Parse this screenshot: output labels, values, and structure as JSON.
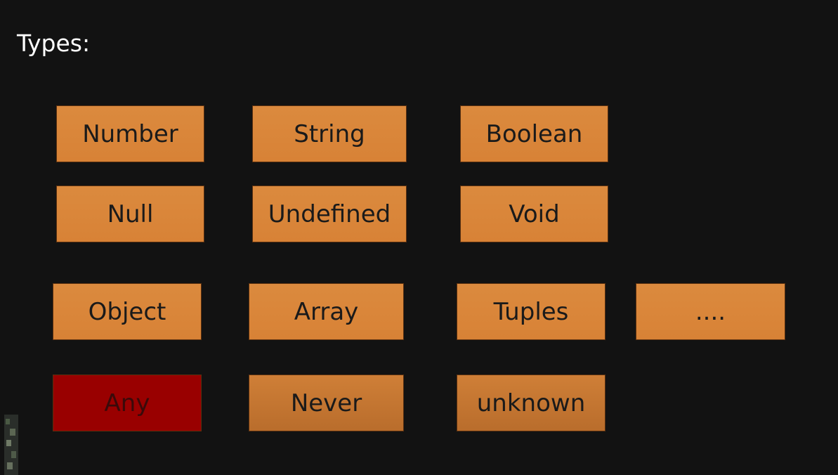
{
  "heading": "Types:",
  "rows": [
    [
      {
        "label": "Number",
        "name": "type-number"
      },
      {
        "label": "String",
        "name": "type-string"
      },
      {
        "label": "Boolean",
        "name": "type-boolean"
      }
    ],
    [
      {
        "label": "Null",
        "name": "type-null"
      },
      {
        "label": "Undefined",
        "name": "type-undefined"
      },
      {
        "label": "Void",
        "name": "type-void"
      }
    ],
    [
      {
        "label": "Object",
        "name": "type-object"
      },
      {
        "label": "Array",
        "name": "type-array"
      },
      {
        "label": "Tuples",
        "name": "type-tuples"
      },
      {
        "label": "....",
        "name": "type-more"
      }
    ],
    [
      {
        "label": "Any",
        "name": "type-any"
      },
      {
        "label": "Never",
        "name": "type-never"
      },
      {
        "label": "unknown",
        "name": "type-unknown"
      }
    ]
  ],
  "colors": {
    "background": "#121212",
    "orange": "#db8a3e",
    "highlight": "#990000"
  }
}
